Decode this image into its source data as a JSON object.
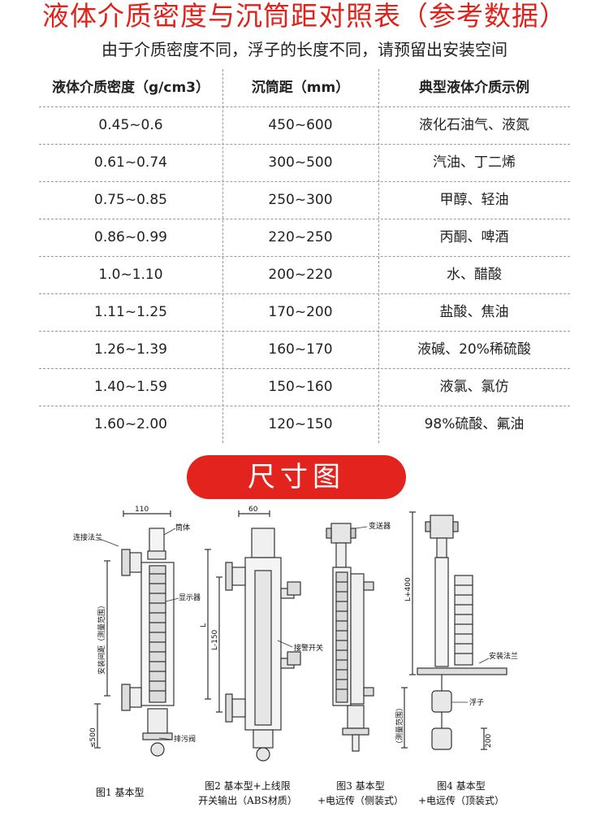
{
  "title": "液体介质密度与沉筒距对照表（参考数据）",
  "subtitle": "由于介质密度不同，浮子的长度不同，请预留出安装空间",
  "table": {
    "headers": [
      "液体介质密度（g/cm3）",
      "沉筒距（mm）",
      "典型液体介质示例"
    ],
    "rows": [
      [
        "0.45~0.6",
        "450~600",
        "液化石油气、液氮"
      ],
      [
        "0.61~0.74",
        "300~500",
        "汽油、丁二烯"
      ],
      [
        "0.75~0.85",
        "250~300",
        "甲醇、轻油"
      ],
      [
        "0.86~0.99",
        "220~250",
        "丙酮、啤酒"
      ],
      [
        "1.0~1.10",
        "200~220",
        "水、醋酸"
      ],
      [
        "1.11~1.25",
        "170~200",
        "盐酸、焦油"
      ],
      [
        "1.26~1.39",
        "160~170",
        "液碱、20%稀硫酸"
      ],
      [
        "1.40~1.59",
        "150~160",
        "液氯、氯仿"
      ],
      [
        "1.60~2.00",
        "120~150",
        "98%硫酸、氟油"
      ]
    ]
  },
  "section_button": "尺寸图",
  "diagram": {
    "labels": {
      "dim_110": "110",
      "dim_60": "60",
      "flange": "连接法兰",
      "body": "筒体",
      "display": "显示器",
      "install_distance": "安装间距（测量范围）",
      "lt500": "≤500",
      "drain_valve": "排污阀",
      "l": "L",
      "l150": "L-150",
      "switch": "接警开关",
      "transmitter": "变送器",
      "l400": "L+400",
      "install_flange": "安装法兰",
      "float": "浮子",
      "measure_range": "（测量范围）",
      "dim_200": "200"
    },
    "captions": [
      "图1  基本型",
      "图2  基本型+上线限",
      "开关输出（ABS材质）",
      "图3  基本型",
      "+电远传（侧装式）",
      "图4  基本型",
      "+电远传（顶装式）"
    ],
    "line_color": "#333333",
    "accent_color": "#e3231d"
  }
}
